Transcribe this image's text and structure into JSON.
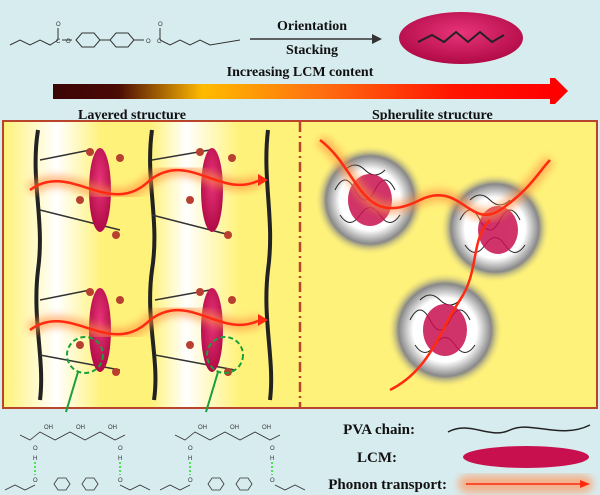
{
  "top": {
    "arrow_top_label": "Orientation",
    "arrow_bottom_label": "Stacking",
    "gradient_title": "Increasing LCM content",
    "left_label": "Layered structure",
    "right_label": "Spherulite structure"
  },
  "atoms": {
    "oxygen": "O",
    "carbon": "C",
    "hydroxyl": "OH",
    "hydrogen": "H"
  },
  "legend": {
    "pva_label": "PVA chain:",
    "lcm_label": "LCM:",
    "phonon_label": "Phonon transport:"
  },
  "colors": {
    "background": "#d7ecef",
    "panel": "#fff27a",
    "lcm": "#c8104f",
    "phonon": "#ff2a10",
    "border": "#b8442c",
    "hbond": "#22dd22",
    "callout": "#1aa03a"
  }
}
